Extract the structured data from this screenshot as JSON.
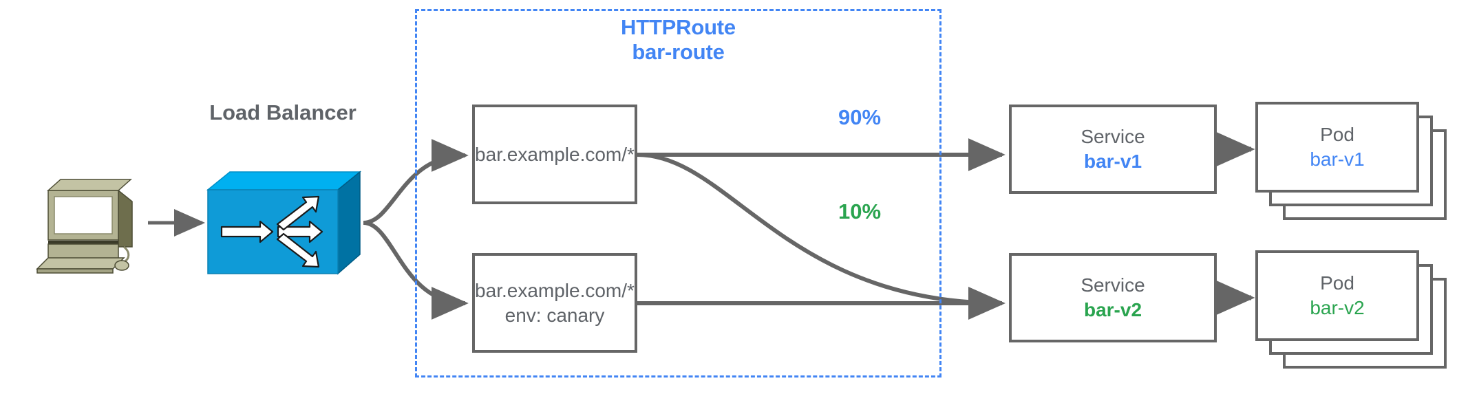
{
  "diagram": {
    "title_visible": false,
    "colors": {
      "blue": "#4285F4",
      "green": "#2aa44f",
      "grey": "#5f6368",
      "box_border": "#666666",
      "lb_blue": "#00a0df",
      "workstation": "#a8a882"
    }
  },
  "client": {
    "icon": "workstation-icon"
  },
  "load_balancer": {
    "label": "Load Balancer",
    "icon": "load-balancer-icon"
  },
  "route_group": {
    "kind": "HTTPRoute",
    "name": "bar-route"
  },
  "rules": [
    {
      "id": "rule-1",
      "match_line_1": "bar.example.com/*",
      "match_line_2": ""
    },
    {
      "id": "rule-2",
      "match_line_1": "bar.example.com/*",
      "match_line_2": "env: canary"
    }
  ],
  "weights": [
    {
      "label": "90%",
      "color": "#4285F4",
      "target": "bar-v1"
    },
    {
      "label": "10%",
      "color": "#2aa44f",
      "target": "bar-v2"
    }
  ],
  "services": [
    {
      "kind": "Service",
      "name": "bar-v1",
      "color": "#4285F4"
    },
    {
      "kind": "Service",
      "name": "bar-v2",
      "color": "#2aa44f"
    }
  ],
  "pods": [
    {
      "kind": "Pod",
      "name": "bar-v1",
      "color": "#4285F4",
      "replicas": 3
    },
    {
      "kind": "Pod",
      "name": "bar-v2",
      "color": "#2aa44f",
      "replicas": 3
    }
  ]
}
